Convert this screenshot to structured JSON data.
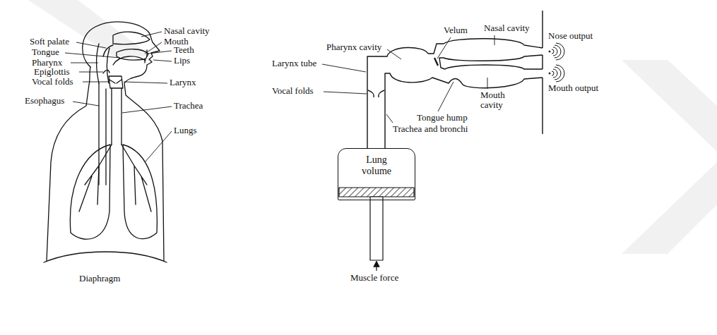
{
  "diagram": {
    "nodes": [
      {
        "text": [
          "Lung volume"
        ]
      }
    ],
    "labels": [
      "Nasal cavity",
      "Soft palate",
      "Mouth",
      "Tongue",
      "Teeth",
      "Lips",
      "Pharynx",
      "Epiglottis",
      "Vocal folds",
      "Larynx",
      "Esophagus",
      "Trachea",
      "Lungs",
      "Diaphragm",
      "Nasal cavity",
      "Velum",
      "Nose output",
      "Pharynx cavity",
      "Larynx tube",
      "Mouth output",
      "Mouth cavity",
      "Vocal folds",
      "Tongue hump",
      "Trachea and bronchi",
      "Muscle force"
    ]
  }
}
